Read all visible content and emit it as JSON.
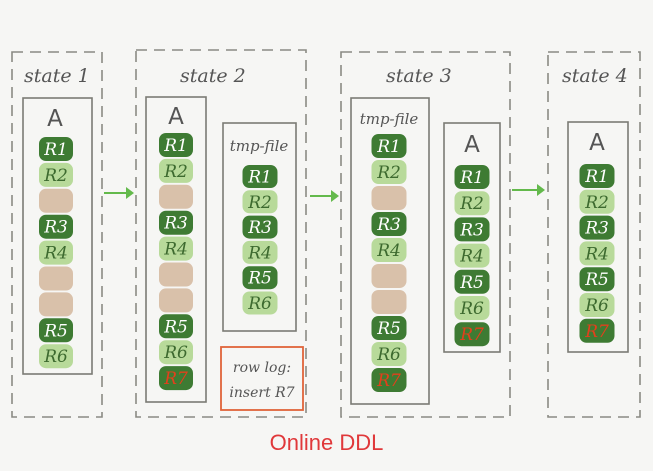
{
  "caption": "Online DDL",
  "colors": {
    "dark_green": "#3e7b33",
    "light_green": "#b8da9a",
    "tan": "#d9c1aa",
    "red_text": "#e2401c",
    "caption": "#e0383a",
    "arrow": "#63b94b",
    "border": "#7b7b74"
  },
  "states": [
    {
      "label": "state 1",
      "boxes": [
        {
          "title": "A",
          "rows": [
            {
              "text": "R1",
              "kind": "dark"
            },
            {
              "text": "R2",
              "kind": "light"
            },
            {
              "text": "",
              "kind": "tan"
            },
            {
              "text": "R3",
              "kind": "dark"
            },
            {
              "text": "R4",
              "kind": "light"
            },
            {
              "text": "",
              "kind": "tan"
            },
            {
              "text": "",
              "kind": "tan"
            },
            {
              "text": "R5",
              "kind": "dark"
            },
            {
              "text": "R6",
              "kind": "light"
            }
          ]
        }
      ]
    },
    {
      "label": "state 2",
      "boxes": [
        {
          "title": "A",
          "rows": [
            {
              "text": "R1",
              "kind": "dark"
            },
            {
              "text": "R2",
              "kind": "light"
            },
            {
              "text": "",
              "kind": "tan"
            },
            {
              "text": "R3",
              "kind": "dark"
            },
            {
              "text": "R4",
              "kind": "light"
            },
            {
              "text": "",
              "kind": "tan"
            },
            {
              "text": "",
              "kind": "tan"
            },
            {
              "text": "R5",
              "kind": "dark"
            },
            {
              "text": "R6",
              "kind": "light"
            },
            {
              "text": "R7",
              "kind": "new"
            }
          ]
        },
        {
          "title": "tmp-file",
          "rows": [
            {
              "text": "R1",
              "kind": "dark"
            },
            {
              "text": "R2",
              "kind": "light"
            },
            {
              "text": "R3",
              "kind": "dark"
            },
            {
              "text": "R4",
              "kind": "light"
            },
            {
              "text": "R5",
              "kind": "dark"
            },
            {
              "text": "R6",
              "kind": "light"
            }
          ]
        }
      ],
      "row_log": {
        "line1": "row log:",
        "line2": "insert R7"
      }
    },
    {
      "label": "state 3",
      "boxes": [
        {
          "title": "tmp-file",
          "rows": [
            {
              "text": "R1",
              "kind": "dark"
            },
            {
              "text": "R2",
              "kind": "light"
            },
            {
              "text": "",
              "kind": "tan"
            },
            {
              "text": "R3",
              "kind": "dark"
            },
            {
              "text": "R4",
              "kind": "light"
            },
            {
              "text": "",
              "kind": "tan"
            },
            {
              "text": "",
              "kind": "tan"
            },
            {
              "text": "R5",
              "kind": "dark"
            },
            {
              "text": "R6",
              "kind": "light"
            },
            {
              "text": "R7",
              "kind": "new"
            }
          ]
        },
        {
          "title": "A",
          "rows": [
            {
              "text": "R1",
              "kind": "dark"
            },
            {
              "text": "R2",
              "kind": "light"
            },
            {
              "text": "R3",
              "kind": "dark"
            },
            {
              "text": "R4",
              "kind": "light"
            },
            {
              "text": "R5",
              "kind": "dark"
            },
            {
              "text": "R6",
              "kind": "light"
            },
            {
              "text": "R7",
              "kind": "new"
            }
          ]
        }
      ]
    },
    {
      "label": "state 4",
      "boxes": [
        {
          "title": "A",
          "rows": [
            {
              "text": "R1",
              "kind": "dark"
            },
            {
              "text": "R2",
              "kind": "light"
            },
            {
              "text": "R3",
              "kind": "dark"
            },
            {
              "text": "R4",
              "kind": "light"
            },
            {
              "text": "R5",
              "kind": "dark"
            },
            {
              "text": "R6",
              "kind": "light"
            },
            {
              "text": "R7",
              "kind": "new"
            }
          ]
        }
      ]
    }
  ]
}
